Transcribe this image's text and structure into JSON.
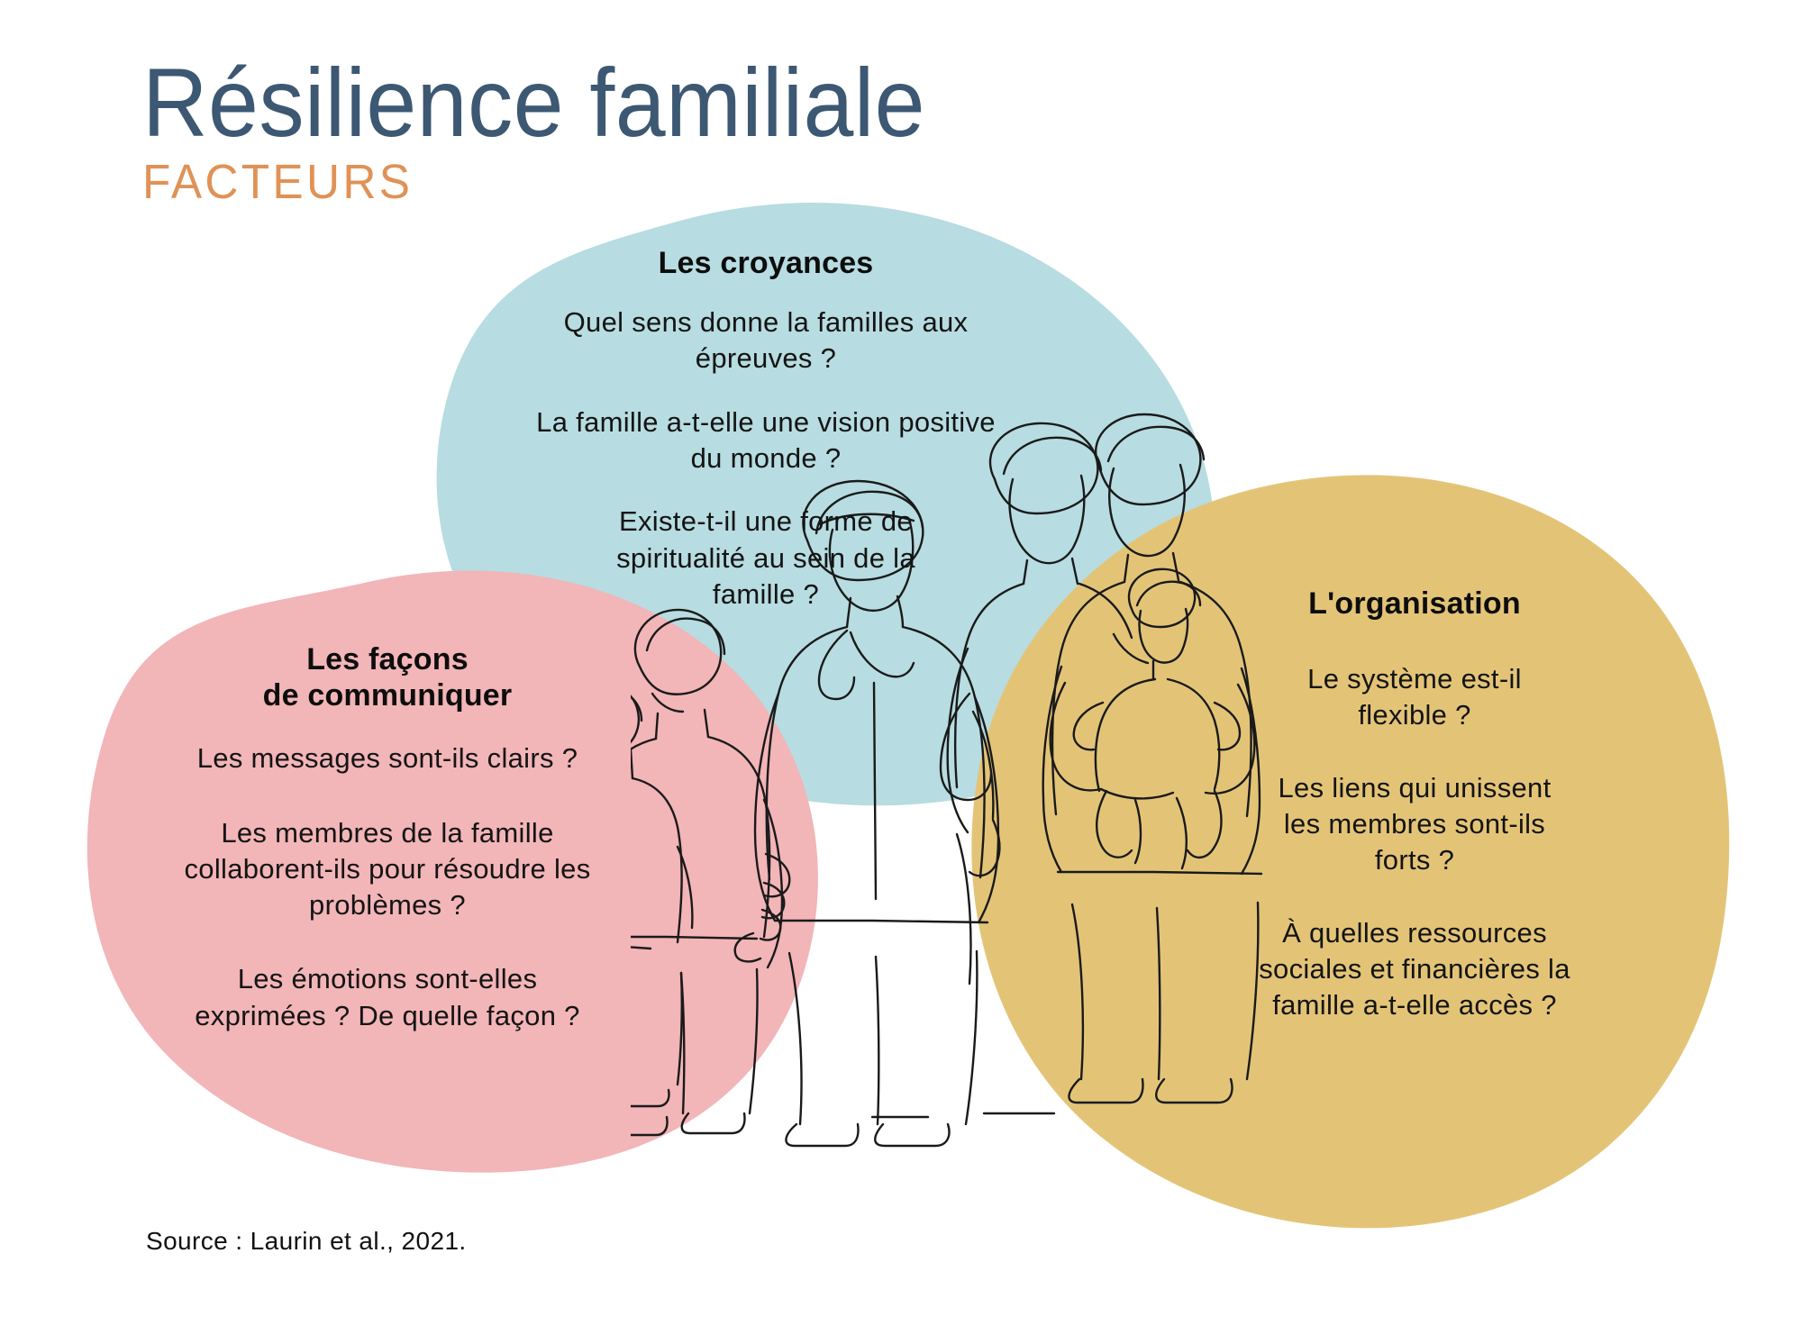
{
  "header": {
    "title": "Résilience familiale",
    "subtitle": "FACTEURS"
  },
  "colors": {
    "title": "#3d5873",
    "subtitle": "#e09256",
    "blob_beliefs": "#b7dce1",
    "blob_communication": "#f2b5b8",
    "blob_organization": "#e3c477",
    "text": "#111111",
    "background": "#ffffff",
    "line_art": "#1a1a1a"
  },
  "groups": [
    {
      "id": "beliefs",
      "title": "Les croyances",
      "items": [
        "Quel sens donne la familles aux\népreuves ?",
        "La famille a-t-elle une vision positive\ndu monde ?",
        "Existe-t-il une forme de\nspiritualité au sein de la\nfamille ?"
      ]
    },
    {
      "id": "communication",
      "title": "Les façons\nde communiquer",
      "items": [
        "Les messages sont-ils clairs ?",
        "Les membres de la famille\ncollaborent-ils pour résoudre les\nproblèmes ?",
        "Les émotions sont-elles\nexprimées ? De quelle façon ?"
      ]
    },
    {
      "id": "organization",
      "title": "L'organisation",
      "items": [
        "Le système est-il\nflexible ?",
        "Les liens qui unissent\nles membres sont-ils\nforts ?",
        "À quelles ressources\nsociales et financières la\nfamille a-t-elle accès ?"
      ]
    }
  ],
  "source": "Source : Laurin et al., 2021.",
  "illustration": {
    "name": "family-line-art",
    "description": "Continuous line drawing of a family of five"
  }
}
